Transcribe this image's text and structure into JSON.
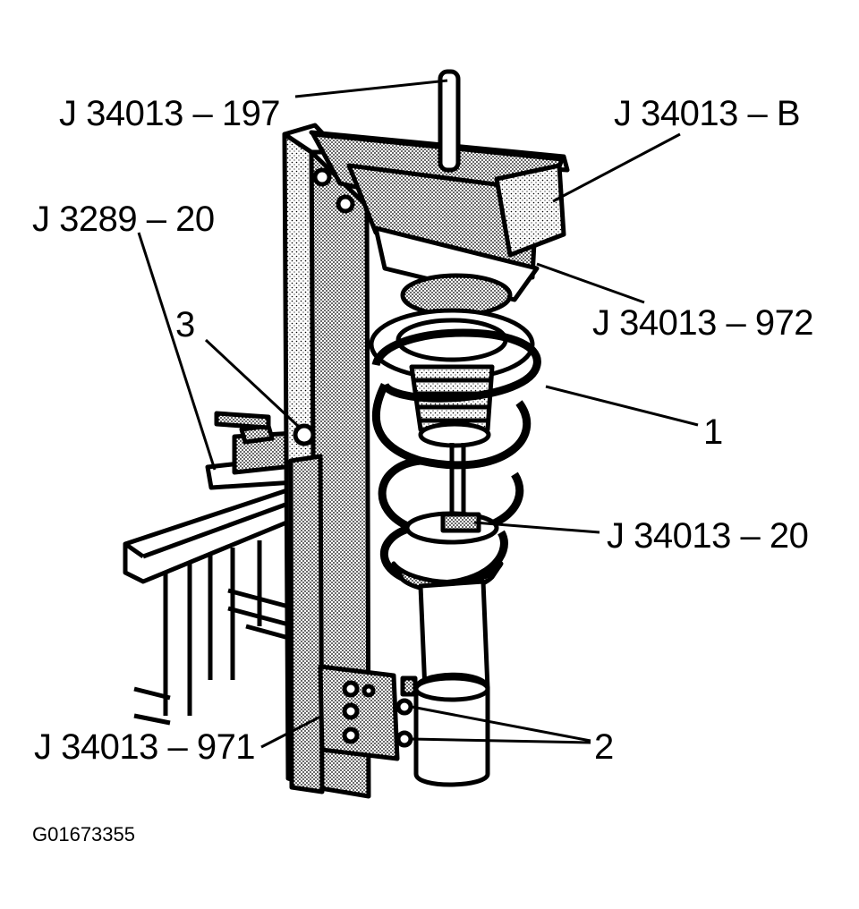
{
  "labels": {
    "tool_197": "J 34013 – 197",
    "tool_b": "J 34013 – B",
    "tool_3289_20": "J 3289 – 20",
    "tool_972": "J 34013 – 972",
    "tool_20": "J 34013 – 20",
    "tool_971": "J 34013 – 971",
    "callout_1": "1",
    "callout_2": "2",
    "callout_3": "3"
  },
  "figure_code": "G01673355",
  "colors": {
    "ink": "#000000",
    "shade": "#9a9a9a",
    "paper": "#ffffff"
  }
}
